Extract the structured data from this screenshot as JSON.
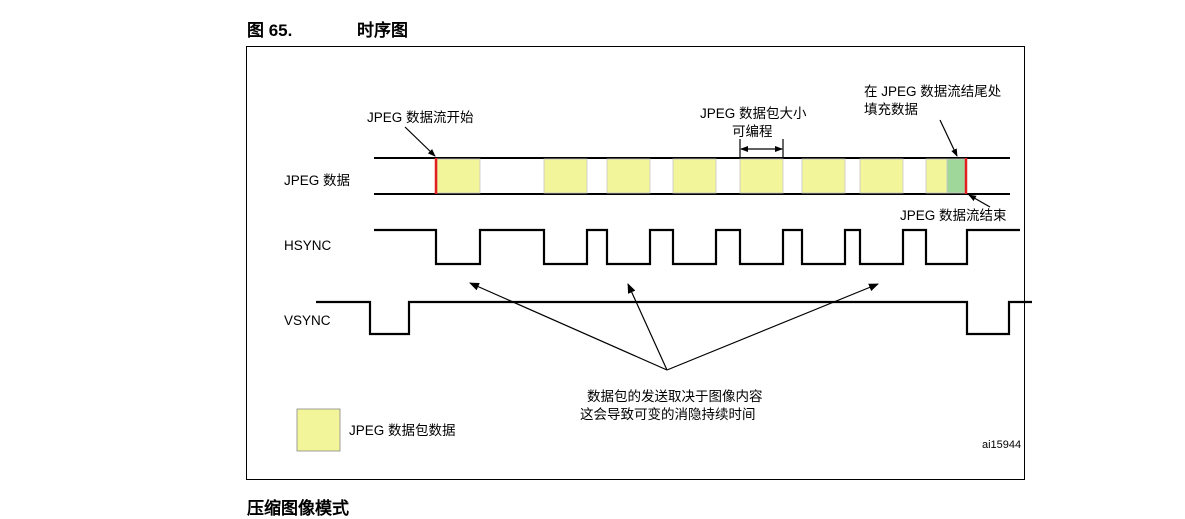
{
  "caption": {
    "number": "图 65.",
    "title": "时序图"
  },
  "next_heading": "压缩图像模式",
  "diagram": {
    "labels": {
      "jpeg_start": "JPEG 数据流开始",
      "packet_size_1": "JPEG 数据包大小",
      "packet_size_2": "可编程",
      "padding_1": "在 JPEG 数据流结尾处",
      "padding_2": "填充数据",
      "jpeg_end": "JPEG 数据流结束",
      "note_1": "数据包的发送取决于图像内容",
      "note_2": "这会导致可变的消隐持续时间",
      "legend": "JPEG 数据包数据",
      "figure_id": "ai15944"
    },
    "signals": {
      "jpeg_data": "JPEG 数据",
      "hsync": "HSYNC",
      "vsync": "VSYNC"
    },
    "colors": {
      "packet": "#f2f59a",
      "padding": "#9fd69a",
      "marker": "#e02020",
      "line": "#000000"
    }
  }
}
